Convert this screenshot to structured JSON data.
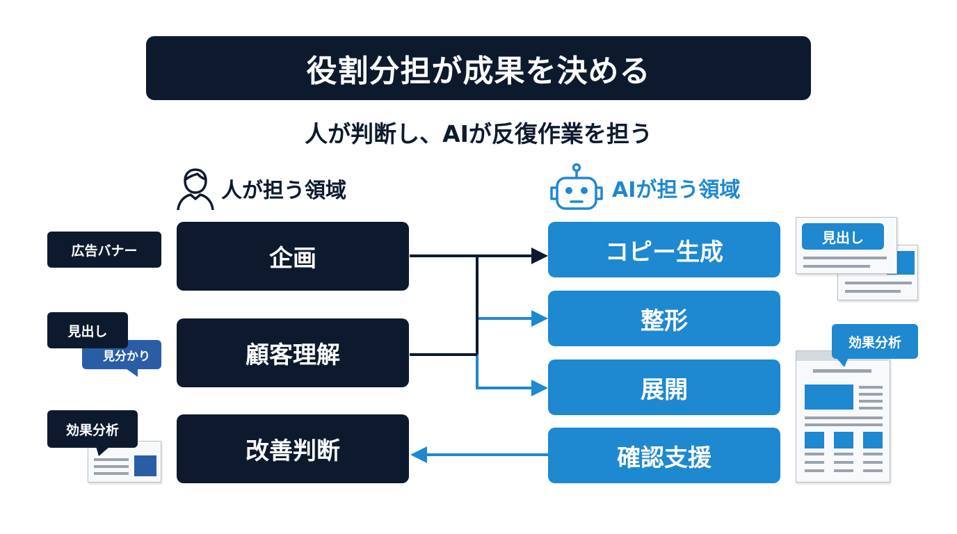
{
  "title": "役割分担が成果を決める",
  "subtitle": "人が判断し、AIが反復作業を担う",
  "human_side": {
    "heading": "人が担う領域",
    "icon": "person-icon",
    "boxes": [
      "企画",
      "顧客理解",
      "改善判断"
    ]
  },
  "ai_side": {
    "heading": "AIが担う領域",
    "icon": "robot-icon",
    "boxes": [
      "コピー生成",
      "整形",
      "展開",
      "確認支援"
    ]
  },
  "left_decorations": {
    "banner_tag": "広告バナー",
    "headline_tag": "見出し",
    "clarity_tag": "見分かり",
    "analysis_tag": "効果分析"
  },
  "right_decorations": {
    "headline_tag": "見出し",
    "analysis_tag": "効果分析"
  },
  "colors": {
    "dark": "#0d1a2e",
    "blue": "#1e88d0",
    "navy": "#2a5da6",
    "background": "#ffffff"
  }
}
